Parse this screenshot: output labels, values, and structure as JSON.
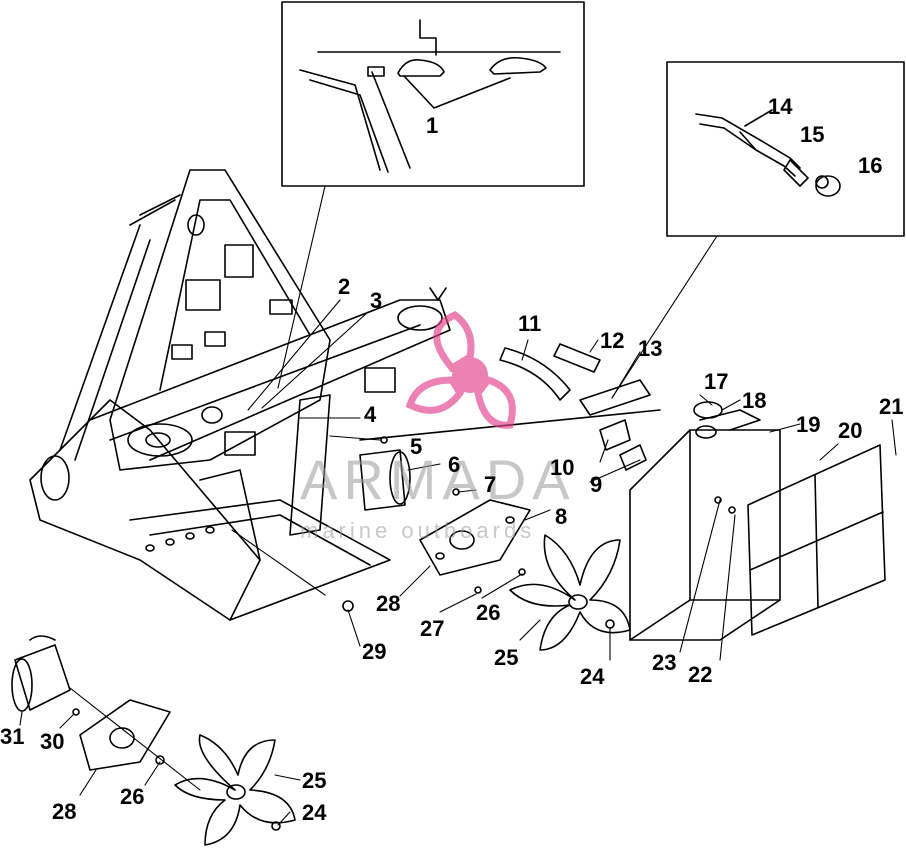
{
  "watermark": {
    "brand": "ARMADA",
    "tagline": "marine outboards",
    "accent_color": "#e23e8c"
  },
  "callouts": {
    "c1": "1",
    "c2": "2",
    "c3": "3",
    "c4": "4",
    "c5": "5",
    "c6": "6",
    "c7": "7",
    "c8": "8",
    "c9": "9",
    "c10": "10",
    "c11": "11",
    "c12": "12",
    "c13": "13",
    "c14": "14",
    "c15": "15",
    "c16": "16",
    "c17": "17",
    "c18": "18",
    "c19": "19",
    "c20": "20",
    "c21": "21",
    "c22": "22",
    "c23": "23",
    "c24a": "24",
    "c24b": "24",
    "c25a": "25",
    "c25b": "25",
    "c26a": "26",
    "c26b": "26",
    "c27": "27",
    "c28a": "28",
    "c28b": "28",
    "c29": "29",
    "c30": "30",
    "c31": "31"
  }
}
